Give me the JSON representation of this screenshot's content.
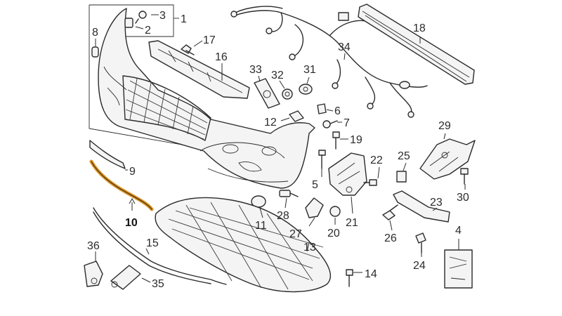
{
  "callouts": {
    "c1": "1",
    "c2": "2",
    "c3": "3",
    "c4": "4",
    "c5": "5",
    "c6": "6",
    "c7": "7",
    "c8": "8",
    "c9": "9",
    "c10": "10",
    "c11": "11",
    "c12": "12",
    "c13": "13",
    "c14": "14",
    "c15": "15",
    "c16": "16",
    "c17": "17",
    "c18": "18",
    "c19": "19",
    "c20": "20",
    "c21": "21",
    "c22": "22",
    "c23": "23",
    "c24": "24",
    "c25": "25",
    "c26": "26",
    "c27": "27",
    "c28": "28",
    "c29": "29",
    "c30": "30",
    "c31": "31",
    "c32": "32",
    "c33": "33",
    "c34": "34",
    "c35": "35",
    "c36": "36"
  },
  "highlighted_callout": "10",
  "colors": {
    "line": "#2b2b2b",
    "highlight": "#d9962a",
    "background": "#ffffff"
  }
}
